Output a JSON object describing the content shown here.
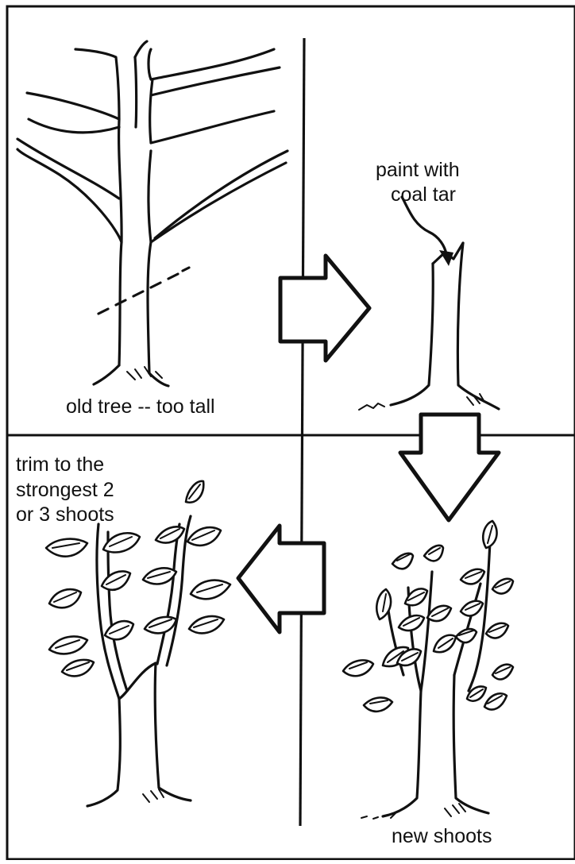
{
  "labels": {
    "old_tree": "old tree -- too tall",
    "paint": [
      "paint with",
      "coal tar"
    ],
    "trim": [
      "trim to the",
      "strongest 2",
      "or 3 shoots"
    ],
    "new_shoots": "new shoots"
  }
}
